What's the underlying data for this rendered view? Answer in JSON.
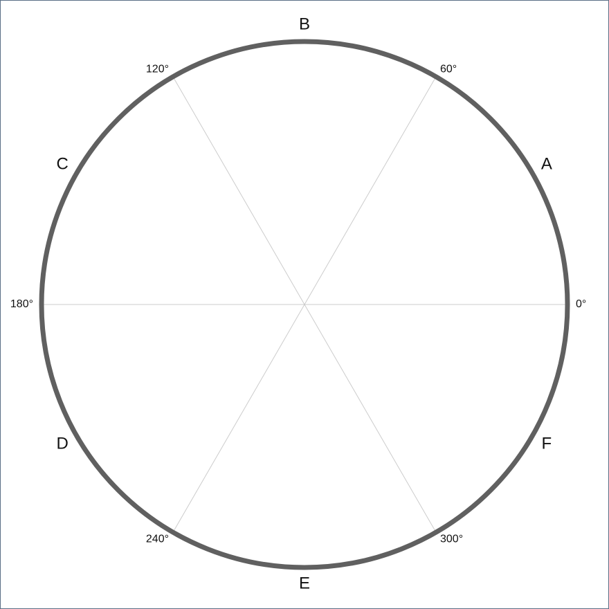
{
  "diagram": {
    "type": "polar-circle",
    "colors": {
      "ring": "#606060",
      "spoke": "#cccccc",
      "text": "#111111",
      "frame": "#5a6e85"
    },
    "angle_ticks": [
      {
        "angle": 0,
        "label": "0°"
      },
      {
        "angle": 60,
        "label": "60°"
      },
      {
        "angle": 120,
        "label": "120°"
      },
      {
        "angle": 180,
        "label": "180°"
      },
      {
        "angle": 240,
        "label": "240°"
      },
      {
        "angle": 300,
        "label": "300°"
      }
    ],
    "sectors": [
      {
        "angle": 30,
        "label": "A"
      },
      {
        "angle": 90,
        "label": "B"
      },
      {
        "angle": 150,
        "label": "C"
      },
      {
        "angle": 210,
        "label": "D"
      },
      {
        "angle": 270,
        "label": "E"
      },
      {
        "angle": 330,
        "label": "F"
      }
    ]
  }
}
